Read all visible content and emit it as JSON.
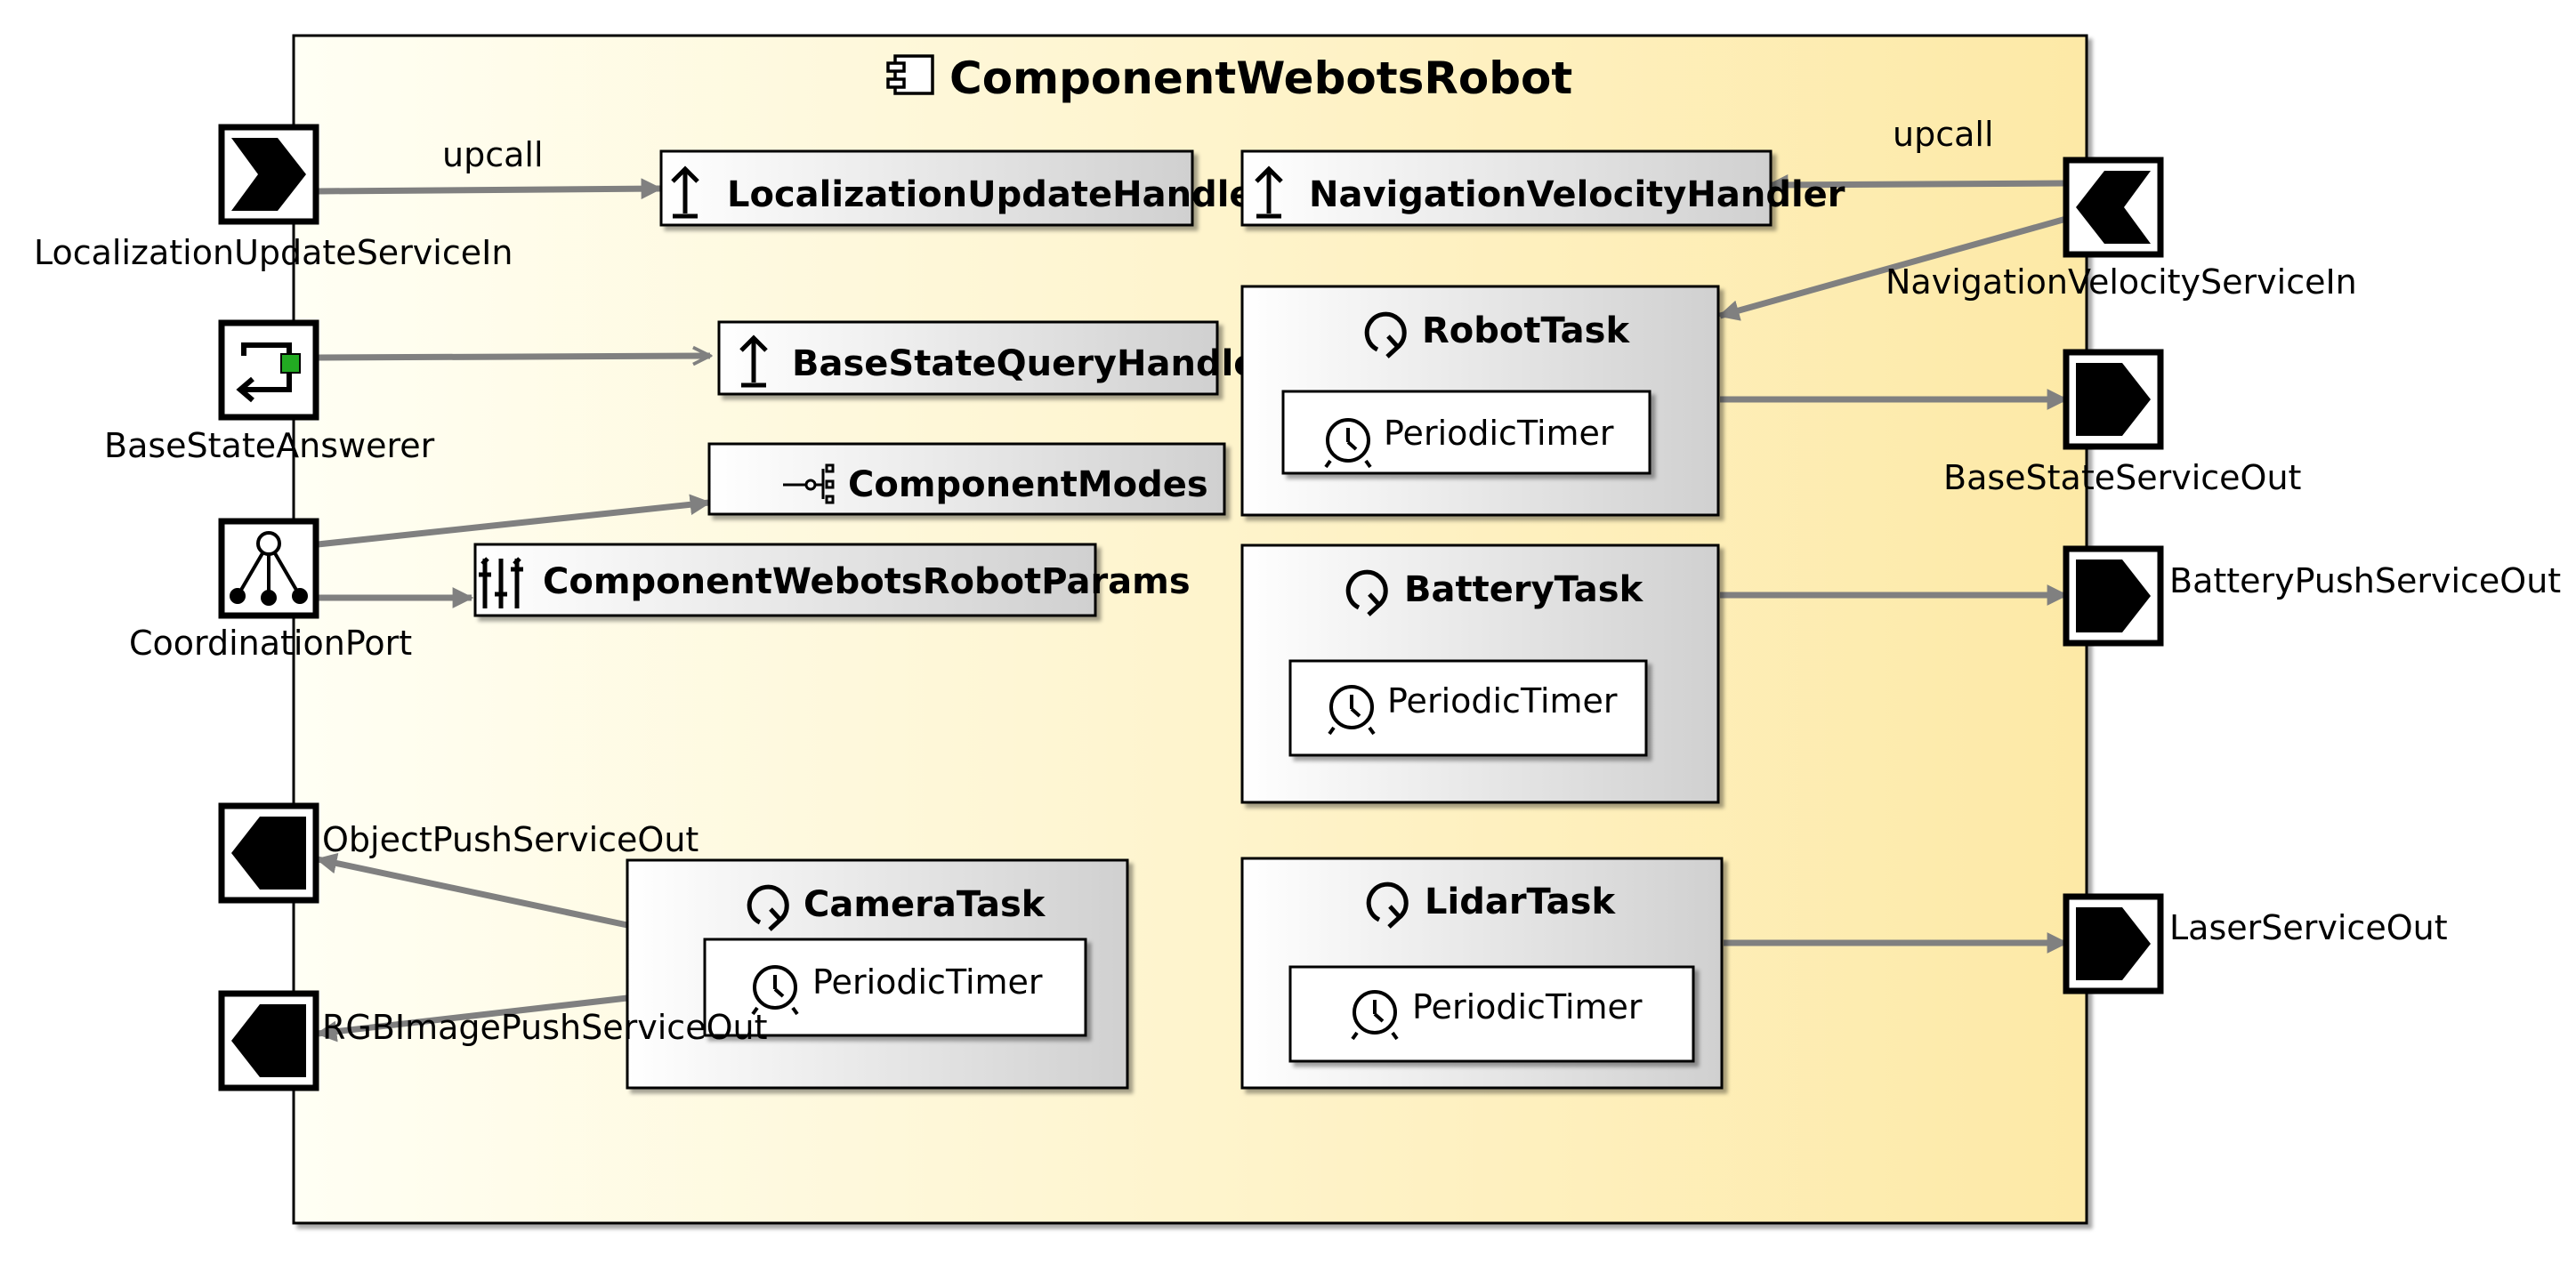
{
  "component": {
    "title": "ComponentWebotsRobot",
    "icon": "component-icon"
  },
  "colors": {
    "component_fill_start": "#fffff4",
    "component_fill_end": "#fde9a6",
    "box_fill_start": "#ffffff",
    "box_fill_end": "#d0d0d0",
    "connector": "#808080",
    "answerer_accent": "#22aa22"
  },
  "ports": {
    "localization_in": "LocalizationUpdateServiceIn",
    "base_state_answerer": "BaseStateAnswerer",
    "coordination": "CoordinationPort",
    "object_push_out": "ObjectPushServiceOut",
    "rgb_image_push_out": "RGBImagePushServiceOut",
    "navigation_in": "NavigationVelocityServiceIn",
    "base_state_out": "BaseStateServiceOut",
    "battery_push_out": "BatteryPushServiceOut",
    "laser_out": "LaserServiceOut"
  },
  "handlers": {
    "localization": "LocalizationUpdateHandler",
    "navigation": "NavigationVelocityHandler",
    "base_state_query": "BaseStateQueryHandler",
    "component_modes": "ComponentModes",
    "params": "ComponentWebotsRobotParams"
  },
  "tasks": {
    "robot": "RobotTask",
    "battery": "BatteryTask",
    "camera": "CameraTask",
    "lidar": "LidarTask",
    "timer": "PeriodicTimer"
  },
  "connectors": {
    "upcall_left": "upcall",
    "upcall_right": "upcall"
  }
}
